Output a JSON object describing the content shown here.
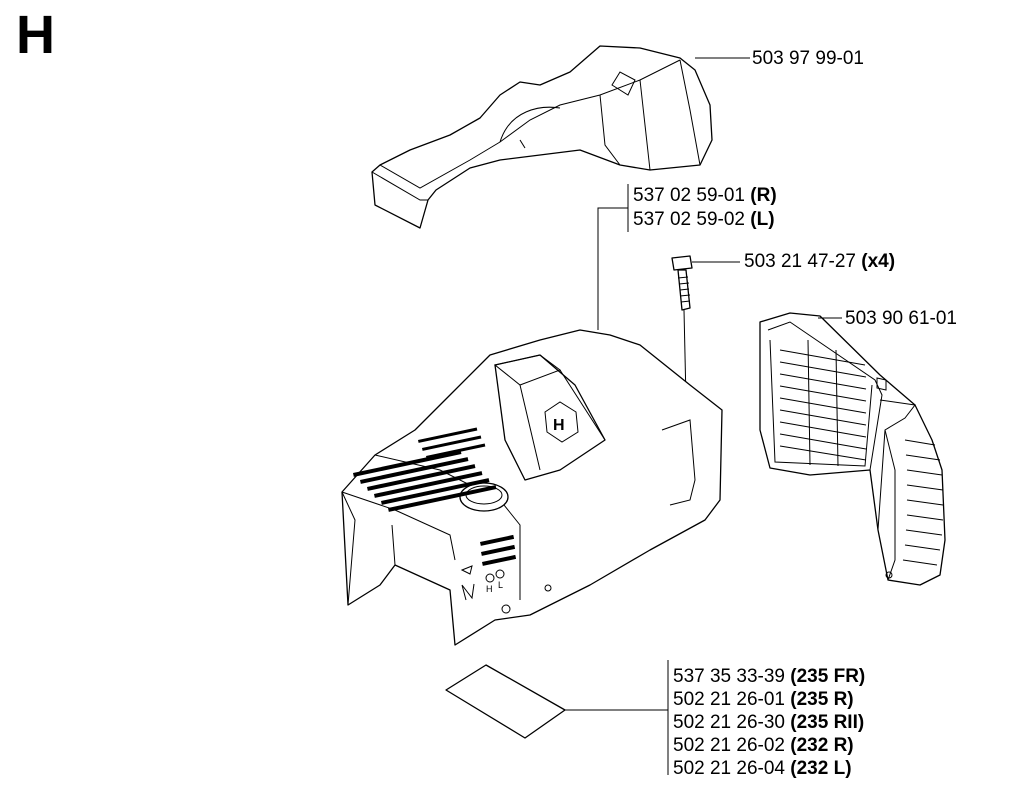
{
  "section": {
    "letter": "H"
  },
  "callouts": {
    "top_cover": {
      "number": "503 97 99-01",
      "qualifier": ""
    },
    "cylinder_cover": [
      {
        "number": "537 02 59-01",
        "qualifier": "(R)"
      },
      {
        "number": "537 02 59-02",
        "qualifier": "(L)"
      }
    ],
    "screw": {
      "number": "503 21 47-27",
      "qualifier": "(x4)"
    },
    "air_filter": {
      "number": "503 90 61-01",
      "qualifier": ""
    },
    "decal": [
      {
        "number": "537 35 33-39",
        "qualifier": "(235 FR)"
      },
      {
        "number": "502 21 26-01",
        "qualifier": "(235 R)"
      },
      {
        "number": "502 21 26-30",
        "qualifier": "(235 RII)"
      },
      {
        "number": "502 21 26-02",
        "qualifier": "(232 R)"
      },
      {
        "number": "502 21 26-04",
        "qualifier": "(232 L)"
      }
    ]
  },
  "cover_markings": {
    "h": "H",
    "l": "L"
  }
}
